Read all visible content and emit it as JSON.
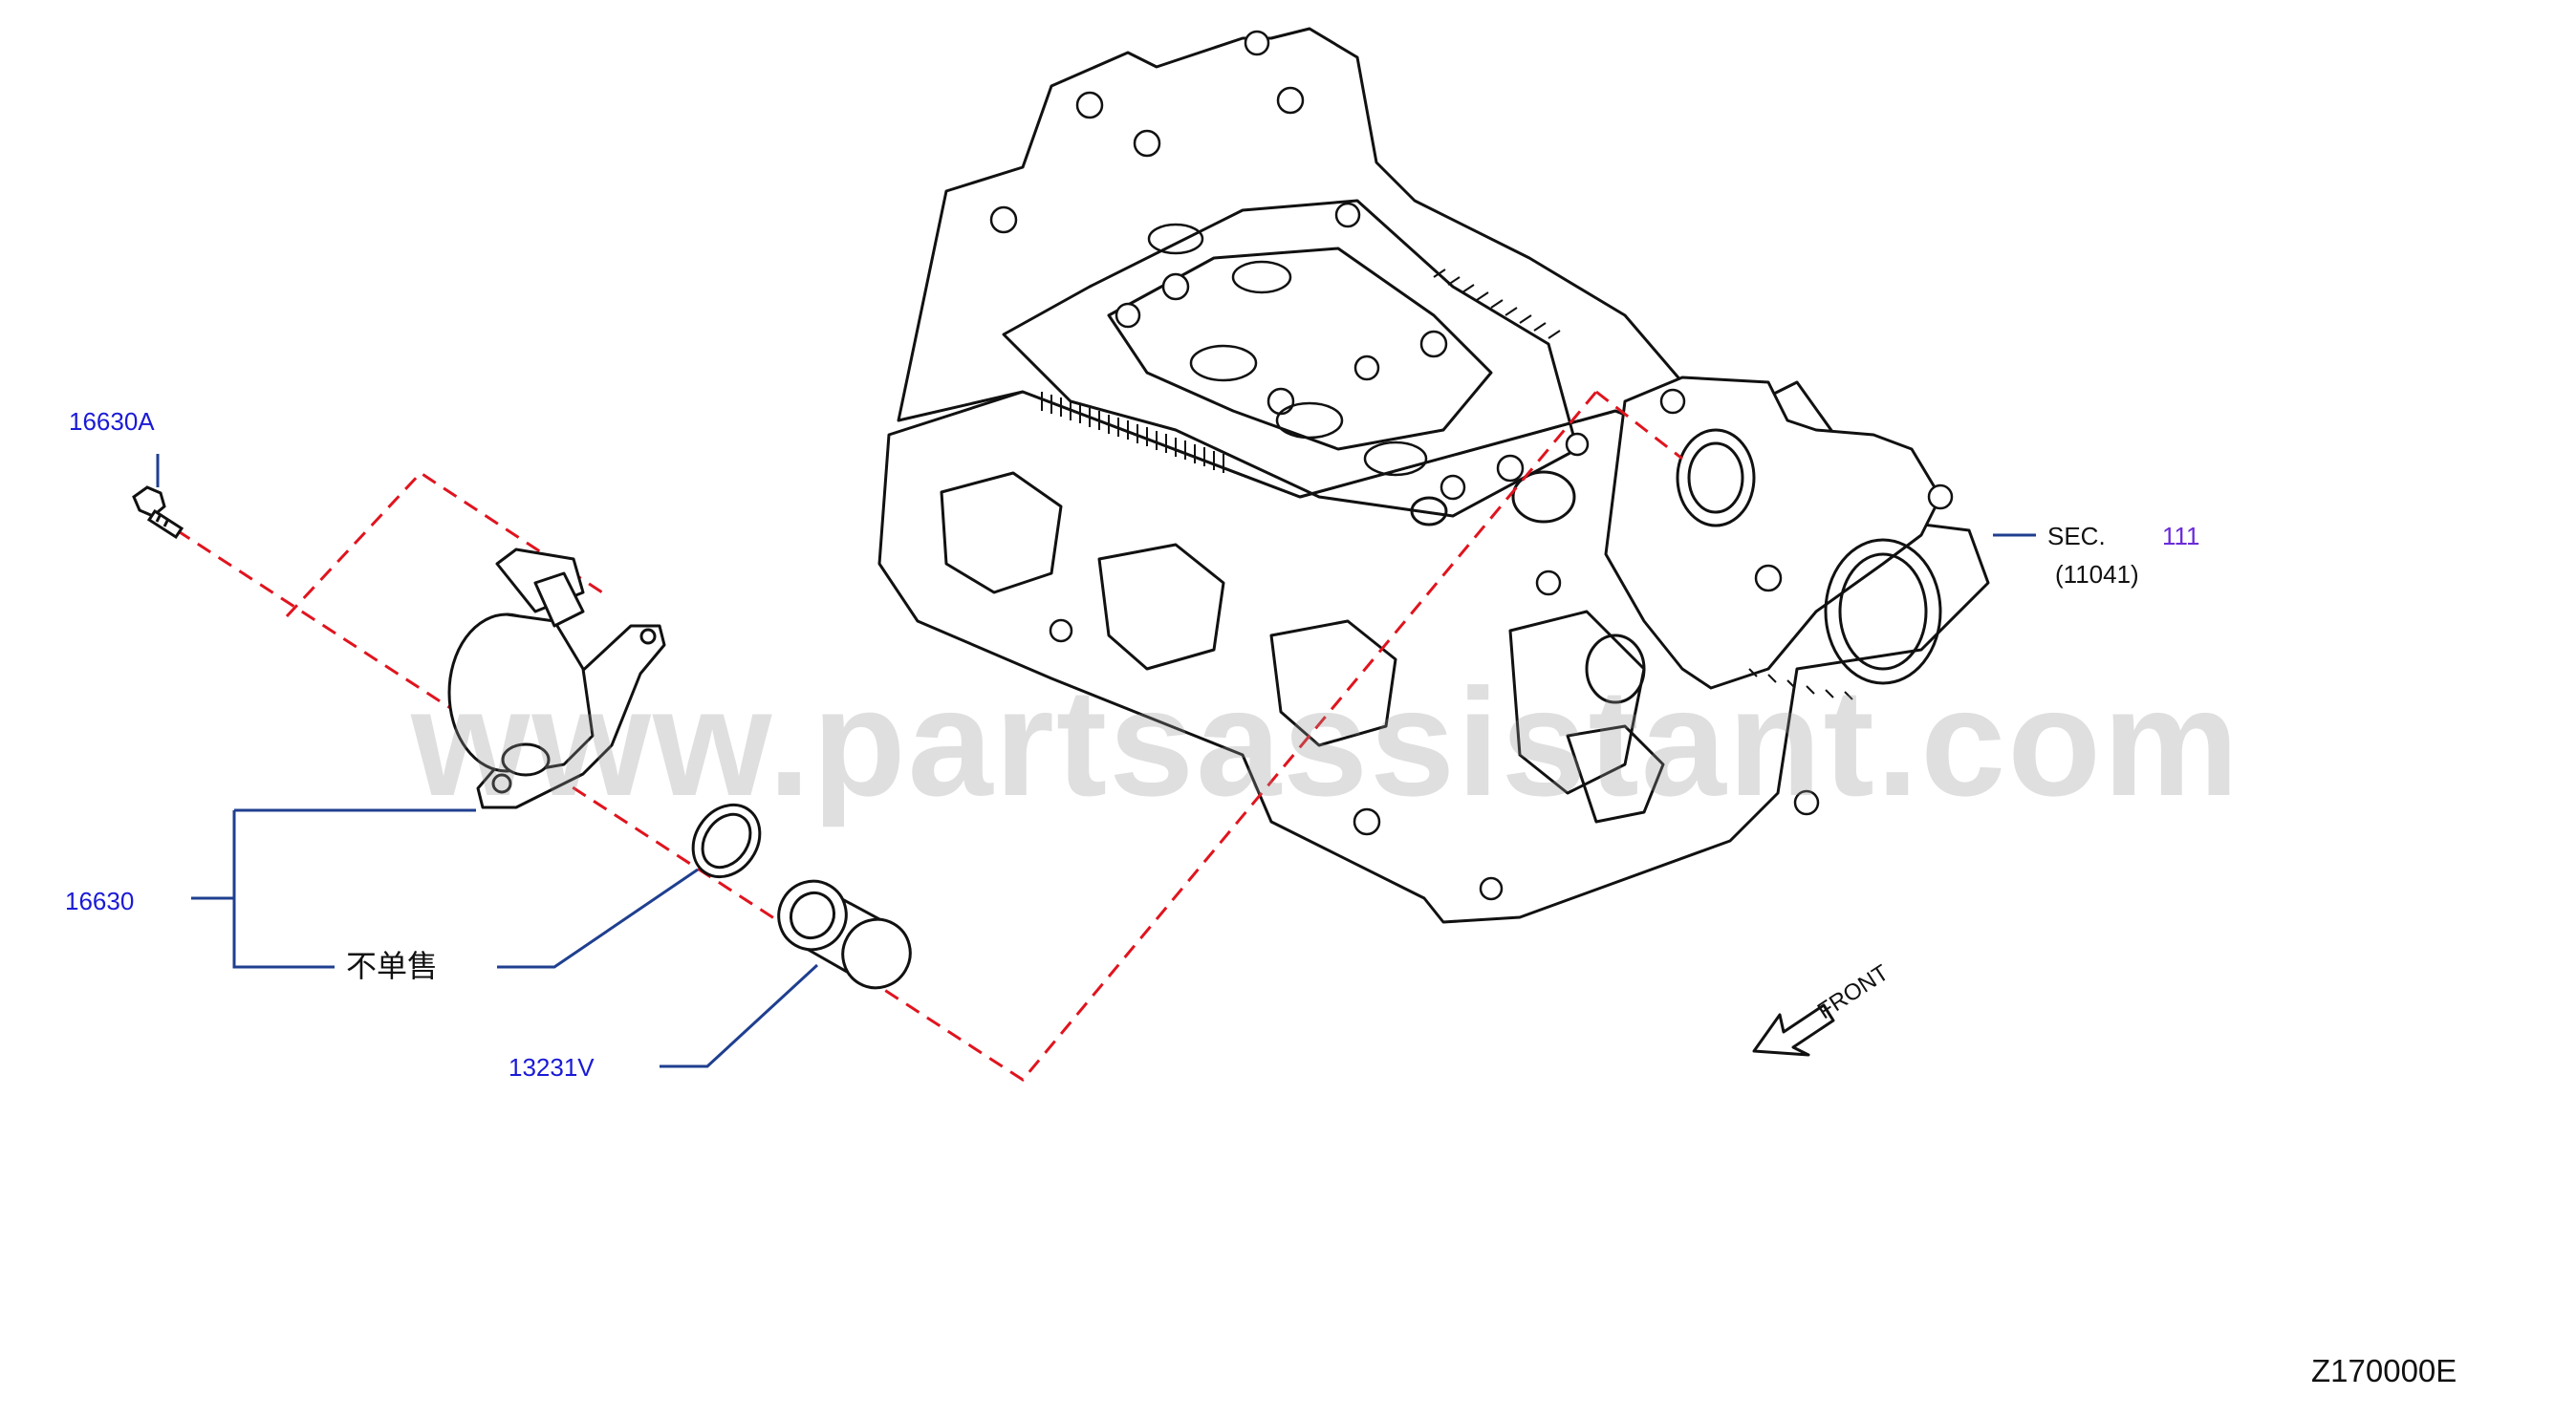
{
  "watermark": "www.partsassistant.com",
  "labels": {
    "bolt": "16630A",
    "pump_assembly": "16630",
    "not_sold_separately": "不单售",
    "tappet": "13231V",
    "section_prefix": "SEC.",
    "section_number": "111",
    "section_ref": "(11041)",
    "front": "FRONT",
    "diagram_code": "Z170000E"
  },
  "colors": {
    "part_link": "#1a1ad6",
    "section_link": "#6a2bd9",
    "dashed_line": "#e0141e",
    "leader_line": "#1f3f8f",
    "outline": "#111111"
  }
}
